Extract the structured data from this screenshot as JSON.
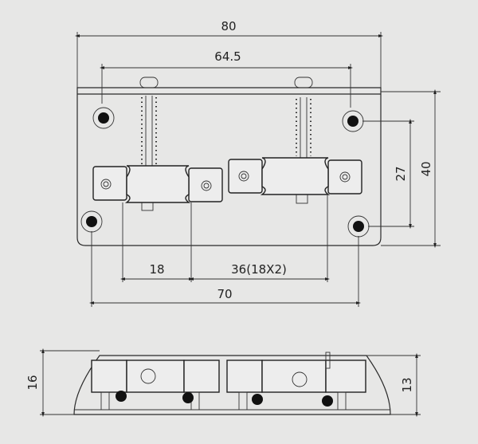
{
  "top_view": {
    "dimensions": {
      "overall_width": "80",
      "saddle_span": "64.5",
      "mount_hole_spacing_v": "27",
      "plate_depth": "40",
      "saddle_width": "18",
      "saddle_travel": "36(18X2)",
      "mount_hole_spacing_h": "70"
    }
  },
  "side_view": {
    "dimensions": {
      "left_height": "16",
      "right_height": "13"
    }
  },
  "colors": {
    "background": "#e7e7e6",
    "line": "#2a2a2a"
  }
}
